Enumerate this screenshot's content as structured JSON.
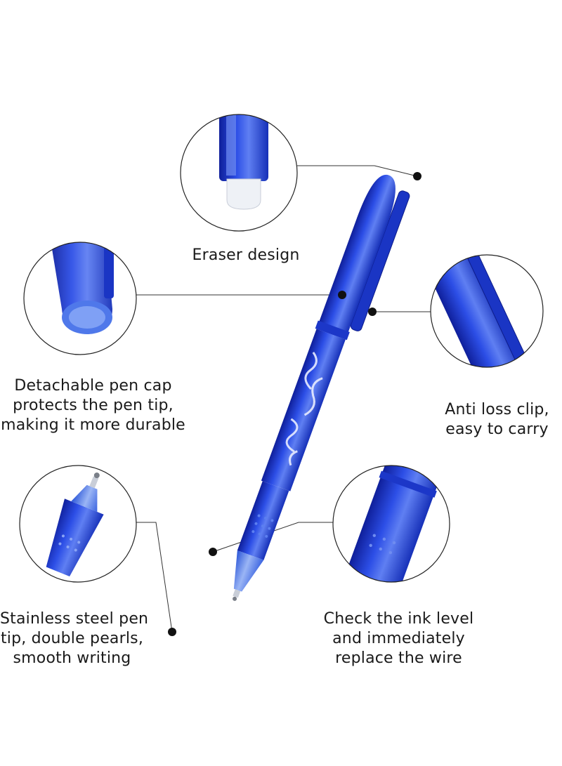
{
  "callouts": {
    "eraser": {
      "lines": [
        "Eraser design"
      ]
    },
    "pen_cap": {
      "lines": [
        "Detachable pen cap",
        "protects the pen tip,",
        "making it more durable"
      ]
    },
    "clip": {
      "lines": [
        "Anti loss clip,",
        "easy to carry"
      ]
    },
    "tip": {
      "lines": [
        "Stainless steel pen",
        "tip, double pearls,",
        "smooth writing"
      ]
    },
    "ink": {
      "lines": [
        "Check the ink level",
        "and immediately",
        "replace the wire"
      ]
    }
  },
  "colors": {
    "pen_blue": "#1f3fd6",
    "pen_dark": "#0f1f9a",
    "pen_light": "#6f8cf0",
    "marker": "#111111"
  }
}
